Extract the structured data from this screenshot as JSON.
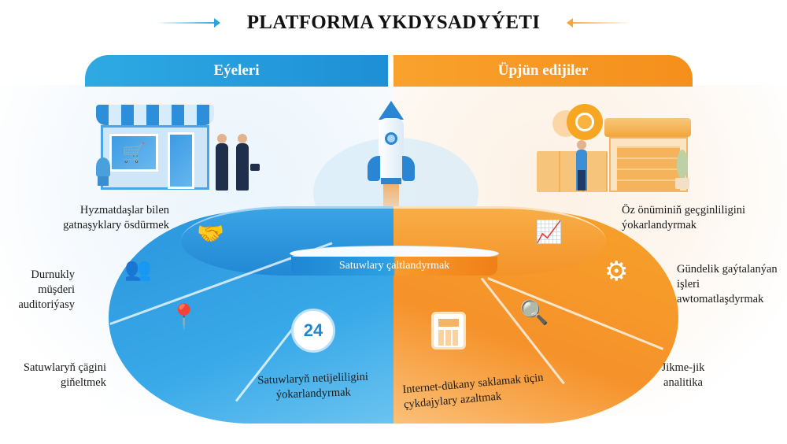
{
  "title": "PLATFORMA YKDYSADYÝETI",
  "colors": {
    "owners_accent": "#1e8fd6",
    "consumers_accent": "#f58f1c",
    "title_text": "#111111"
  },
  "sections": {
    "left": {
      "header": "Eýeleri",
      "illustration": "storefront-handshake",
      "benefits": [
        {
          "label": "Hyzmatdaşlar bilen gatnaşyklary ösdürmek",
          "icon": "handshake-icon"
        },
        {
          "label": "Durnukly müşderi auditoriýasy",
          "icon": "people-network-icon"
        },
        {
          "label": "Satuwlaryň çägini giňeltmek",
          "icon": "map-pins-icon"
        },
        {
          "label": "Satuwlaryň netijeliligini ýokarlandyrmak",
          "icon": "clock-24-icon",
          "icon_text": "24"
        }
      ]
    },
    "right": {
      "header": "Üpjün edijiler",
      "illustration": "warehouse-gear",
      "benefits": [
        {
          "label": "Öz önüminiň geçginliligini ýokarlandyrmak",
          "icon": "growth-chart-icon"
        },
        {
          "label": "Gündelik gaýtalanýan işleri awtomatlaşdyrmak",
          "icon": "gears-icon"
        },
        {
          "label": "Internet-dükany saklamak üçin çykdajylary azaltmak",
          "icon": "calculator-coin-icon"
        },
        {
          "label": "Jikme-jik analitika",
          "icon": "magnifier-pie-icon"
        }
      ]
    }
  },
  "center": {
    "illustration": "rocket-launch",
    "label": "Satuwlary çaltlandyrmak"
  }
}
